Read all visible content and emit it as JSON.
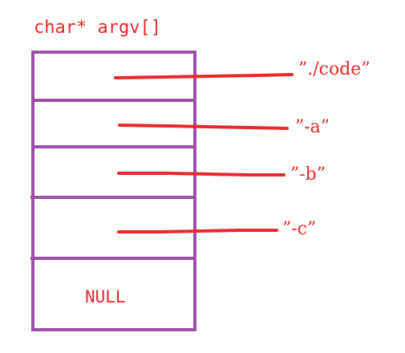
{
  "title": "char* argv[]",
  "strings": [
    "”./code”",
    "”-a”",
    "”-b”",
    "”-c”"
  ],
  "null_cell": "NULL",
  "colors": {
    "box": "#9b4fa8",
    "arrow": "#e8282b",
    "text": "#e8282b"
  }
}
